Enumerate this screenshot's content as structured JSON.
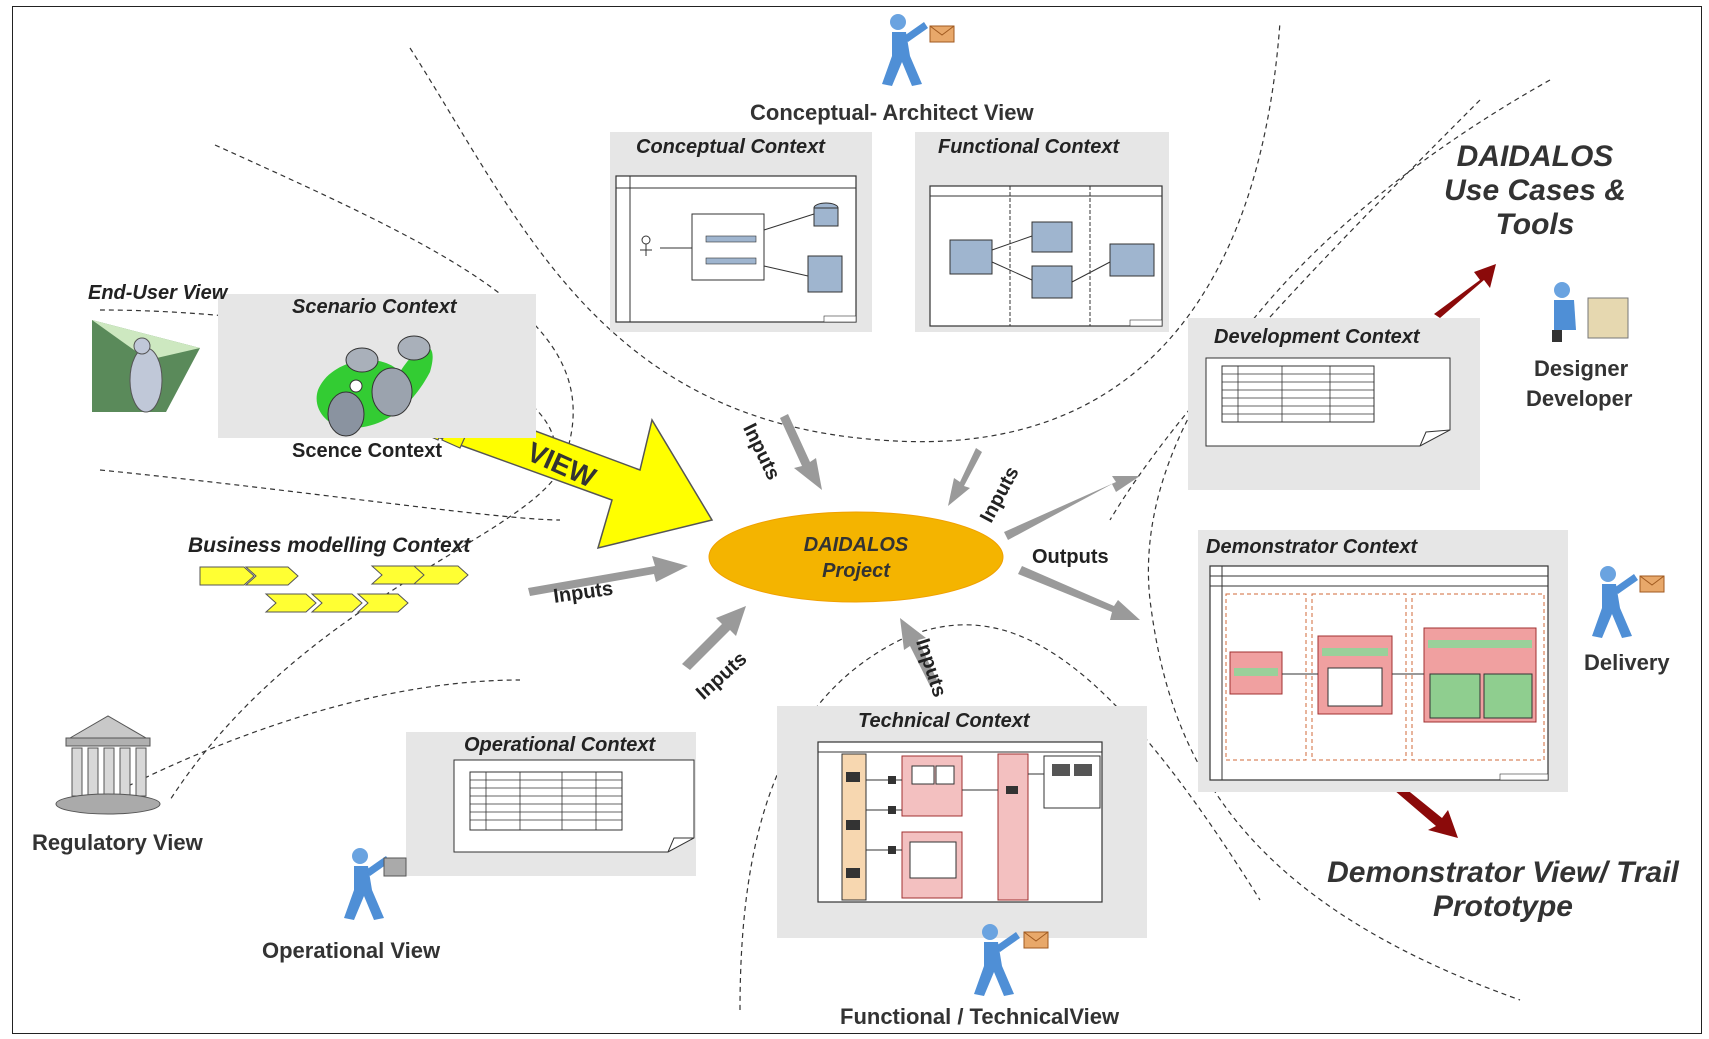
{
  "views": {
    "conceptual_architect": "Conceptual- Architect View",
    "end_user": "End-User View",
    "regulatory": "Regulatory View",
    "operational": "Operational View",
    "functional_technical": "Functional / TechnicalView",
    "designer": "Designer",
    "developer": "Developer",
    "delivery": "Delivery",
    "demonstrator": "Demonstrator View/ Trail",
    "prototype": "Prototype"
  },
  "contexts": {
    "conceptual": "Conceptual Context",
    "functional": "Functional Context",
    "scenario": "Scenario Context",
    "scence": "Scence Context",
    "business_modelling": "Business modelling Context",
    "operational": "Operational Context",
    "technical": "Technical Context",
    "development": "Development Context",
    "demonstrator": "Demonstrator Context"
  },
  "center": {
    "line1": "DAIDALOS",
    "line2": "Project",
    "fill_color": "#f4b400"
  },
  "flows": {
    "view_arrow": "VIEW",
    "inputs": "Inputs",
    "outputs": "Outputs"
  },
  "use_cases": {
    "line1": "DAIDALOS",
    "line2": "Use Cases &",
    "line3": "Tools"
  },
  "colors": {
    "view_arrow_fill": "#ffff00",
    "flow_arrow": "#9a9a9a",
    "dark_red_arrow": "#8b0a0a",
    "person_figure": "#4f8fd6",
    "context_background": "#e6e6e6"
  }
}
